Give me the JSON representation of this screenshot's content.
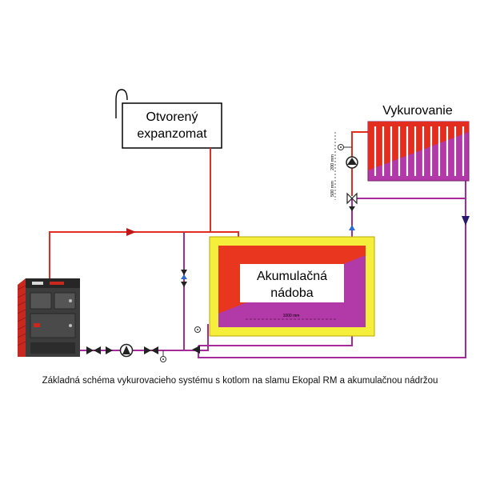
{
  "labels": {
    "expansion_tank": [
      "Otvorený",
      "expanzomat"
    ],
    "heating": "Vykurovanie",
    "accumulation_tank": [
      "Akumulačná",
      "nádoba"
    ],
    "dim_tank_length": "1000 mm",
    "dim_pump_gap": "200 mm",
    "dim_mixer_gap": "500 mm"
  },
  "caption": "Základná schéma vykurovacieho systému s kotlom na slamu Ekopal RM a akumulačnou nádržou",
  "colors": {
    "supply_pipe": "#e32d1f",
    "return_pipe": "#a52a9a",
    "tank_insulation": "#f5ee3a",
    "tank_hot": "#e8371e",
    "tank_cold": "#b23aa8",
    "boiler_body": "#3c3c3c",
    "boiler_side": "#c9281f"
  },
  "icons": [
    "boiler-icon",
    "pump-icon",
    "mixing-valve-icon",
    "thermometer-icon",
    "check-valve-icon",
    "flow-arrow-icon"
  ]
}
